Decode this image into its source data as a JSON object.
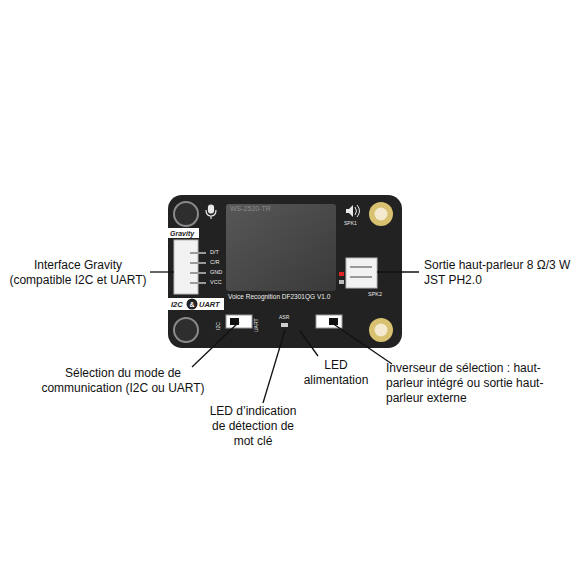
{
  "diagram": {
    "labels": [
      "Interface Gravity (compatible I2C et UART)",
      "Sortie haut-parleur 8 Ω/3 W JST PH2.0",
      "Sélection du mode de communication (I2C ou UART)",
      "LED alimentation",
      "LED d’indication de détection de mot clé",
      "Inverseur de sélection : haut-parleur intégré ou sortie haut-parleur externe",
      "WS-2520-TR",
      "SPK1",
      "Gravity",
      "D/T",
      "C/R",
      "GND",
      "VCC",
      "I2C",
      "&",
      "UART",
      "Voice Recognition DF2301QG V1.0",
      "SPK2",
      "ASR",
      "I2C",
      "UART"
    ]
  }
}
